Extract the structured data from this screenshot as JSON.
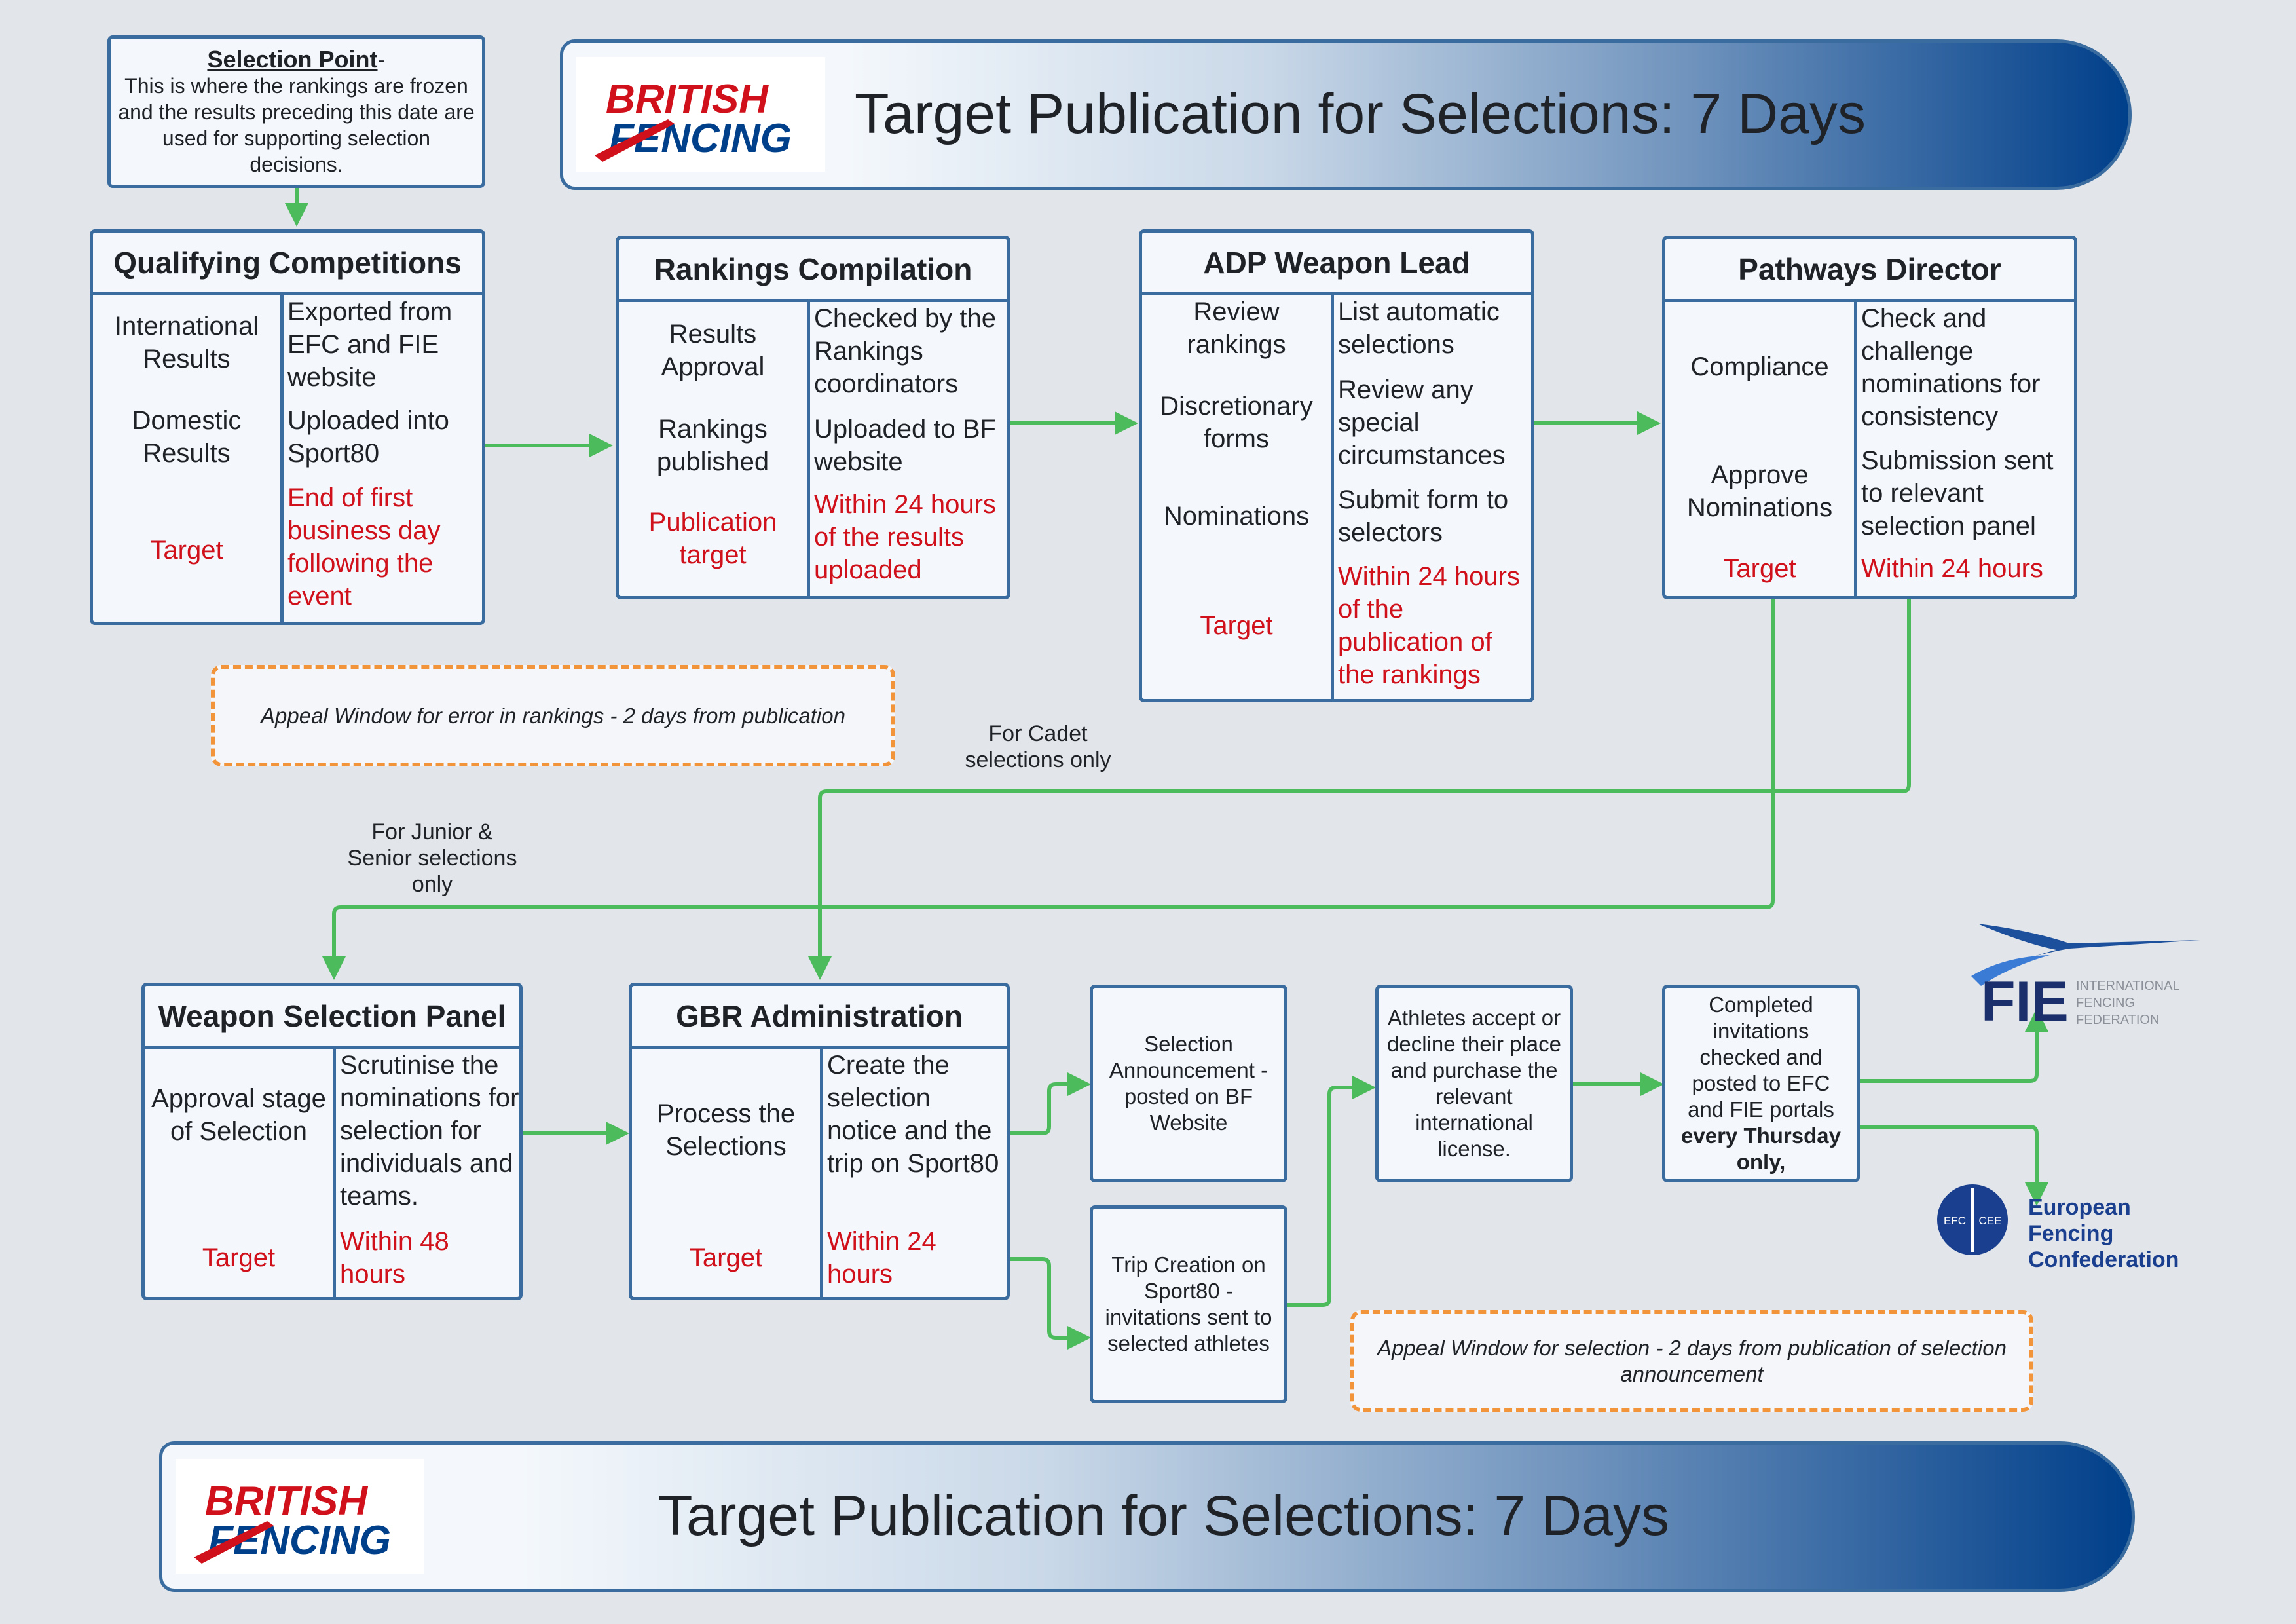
{
  "title": "Target Publication for Selections: 7 Days",
  "brand": {
    "logo_line1": "BRITISH",
    "logo_line2": "FENCING",
    "blue": "#003f8a",
    "red": "#d0101a",
    "green": "#4cbb5c",
    "border": "#3a6c9f",
    "accent": "#f2943a"
  },
  "selection_point": {
    "heading": "Selection Point",
    "dash": "-",
    "text": "This is where the rankings are frozen and the results preceding this date are used for supporting selection decisions."
  },
  "qualifying": {
    "title": "Qualifying Competitions",
    "r1_label": "International Results",
    "r1_value": "Exported from EFC and FIE website",
    "r2_label": "Domestic Results",
    "r2_value": "Uploaded into Sport80",
    "r3_label": "Target",
    "r3_value": "End of first business day following the event"
  },
  "rankings": {
    "title": "Rankings Compilation",
    "r1_label": "Results Approval",
    "r1_value": "Checked by the Rankings coordinators",
    "r2_label": "Rankings published",
    "r2_value": "Uploaded to BF website",
    "r3_label": "Publication target",
    "r3_value": "Within 24 hours of the results uploaded"
  },
  "adp": {
    "title": "ADP Weapon Lead",
    "r1_label": "Review rankings",
    "r1_value": "List automatic selections",
    "r2_label": "Discretionary forms",
    "r2_value": "Review  any special circumstances",
    "r3_label": "Nominations",
    "r3_value": "Submit form to selectors",
    "r4_label": "Target",
    "r4_value": "Within 24 hours of the publication of the rankings"
  },
  "pathways": {
    "title": "Pathways Director",
    "r1_label": "Compliance",
    "r1_value": "Check and challenge nominations for consistency",
    "r2_label": "Approve Nominations",
    "r2_value": "Submission sent to relevant selection panel",
    "r3_label": "Target",
    "r3_value": "Within 24 hours"
  },
  "appeal_rankings": "Appeal Window for error in rankings - 2 days from publication",
  "note_cadet": "For Cadet selections only",
  "note_junior": "For Junior & Senior selections only",
  "weapon_panel": {
    "title": "Weapon Selection Panel",
    "r1_label": "Approval stage of Selection",
    "r1_value": "Scrutinise the nominations for selection for individuals and teams.",
    "r2_label": "Target",
    "r2_value": "Within 48 hours"
  },
  "gbr": {
    "title": "GBR Administration",
    "r1_label": "Process the Selections",
    "r1_value": "Create the selection notice and the trip on Sport80",
    "r2_label": "Target",
    "r2_value": "Within 24 hours"
  },
  "announcement": "Selection Announcement - posted on BF Website",
  "trip_creation": "Trip Creation on Sport80 - invitations sent to selected athletes",
  "athletes": "Athletes accept or decline their place and purchase the relevant international license.",
  "completed": {
    "text": "Completed invitations checked and posted to EFC and FIE portals",
    "bold": "every Thursday only,"
  },
  "fie": {
    "abbr": "FIE",
    "line1": "INTERNATIONAL",
    "line2": "FENCING",
    "line3": "FEDERATION"
  },
  "efc": {
    "line1": "European Fencing",
    "line2": "Confederation",
    "seal_left": "EFC",
    "seal_right": "CEE"
  },
  "appeal_selection": "Appeal Window for selection - 2 days from publication of selection announcement"
}
